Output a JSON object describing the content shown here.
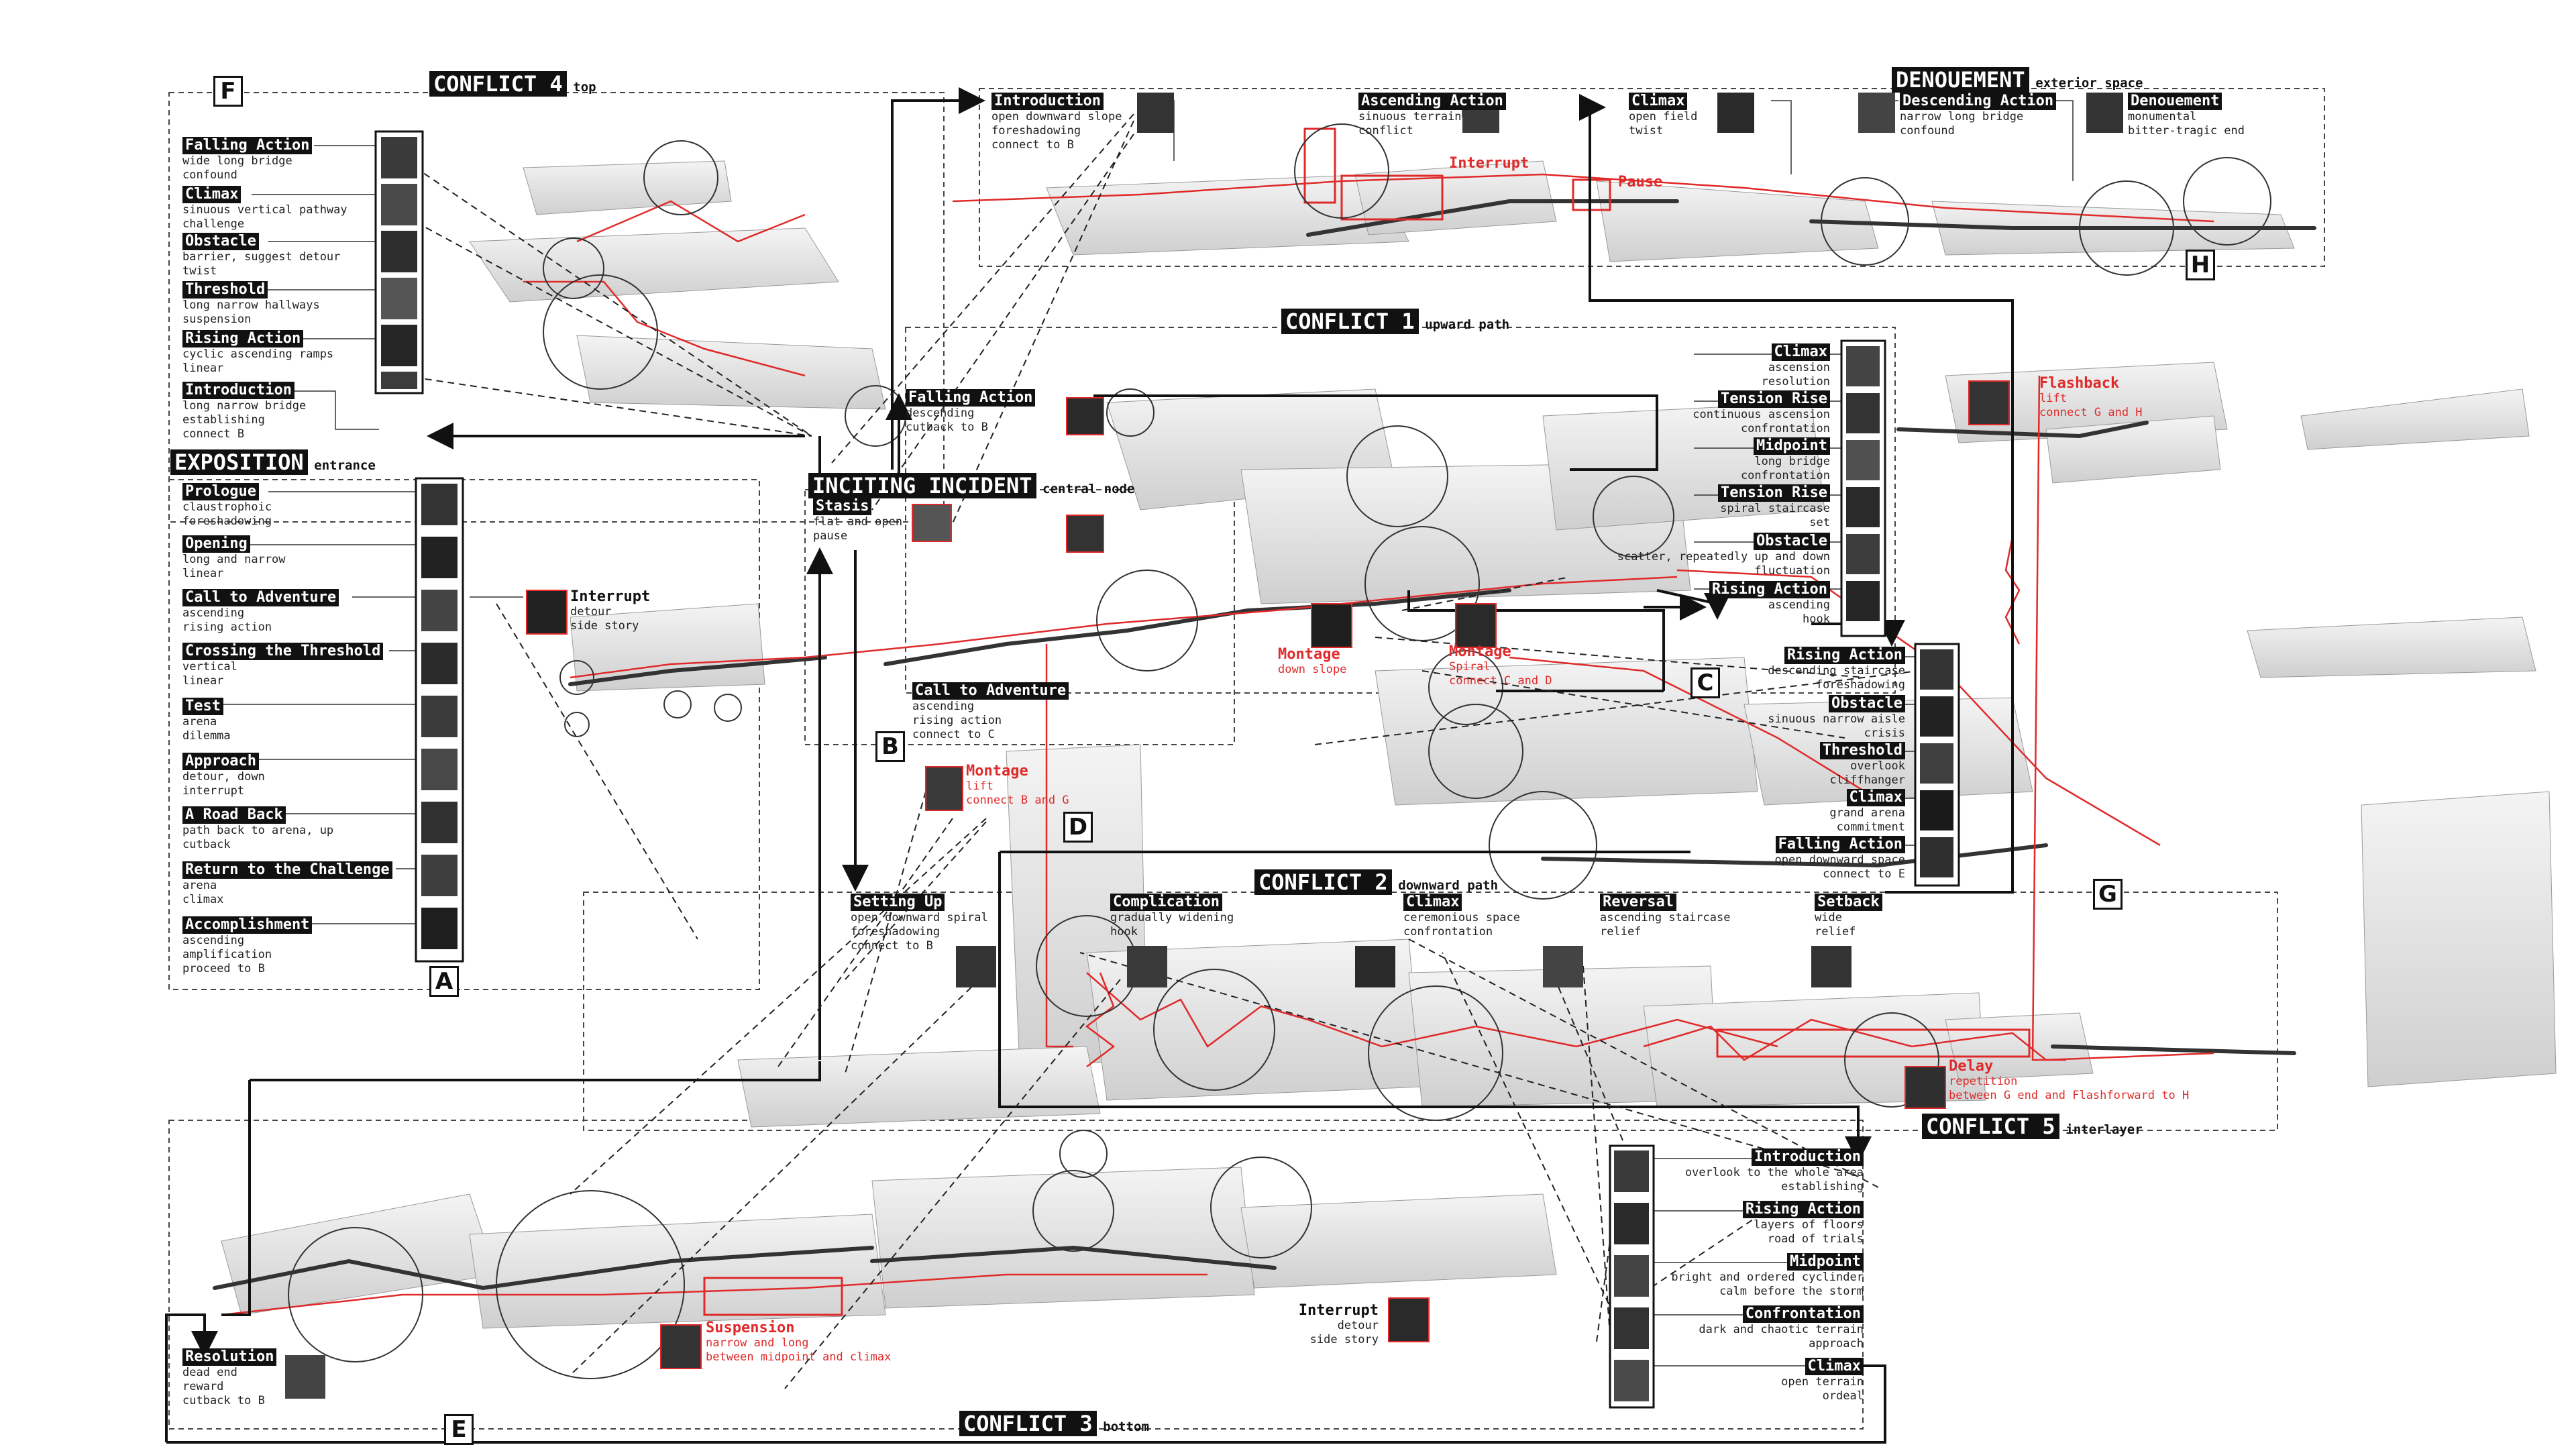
{
  "letters": [
    "A",
    "B",
    "C",
    "D",
    "E",
    "F",
    "G",
    "H"
  ],
  "zones": {
    "conflict4": {
      "title": "CONFLICT 4",
      "sub": "top"
    },
    "exposition": {
      "title": "EXPOSITION",
      "sub": "entrance"
    },
    "inciting": {
      "title": "INCITING INCIDENT",
      "sub": "central node"
    },
    "conflict1": {
      "title": "CONFLICT 1",
      "sub": "upward path"
    },
    "denouement": {
      "title": "DENOUEMENT",
      "sub": "exterior space"
    },
    "conflict2": {
      "title": "CONFLICT 2",
      "sub": "downward path"
    },
    "conflict5": {
      "title": "CONFLICT 5",
      "sub": "interlayer"
    },
    "conflict3": {
      "title": "CONFLICT 3",
      "sub": "bottom"
    }
  },
  "stages": {
    "c4_falling": {
      "h": "Falling Action",
      "d": "wide long bridge\nconfound"
    },
    "c4_climax": {
      "h": "Climax",
      "d": "sinuous vertical pathway\nchallenge"
    },
    "c4_obstacle": {
      "h": "Obstacle",
      "d": "barrier, suggest detour\ntwist"
    },
    "c4_threshold": {
      "h": "Threshold",
      "d": "long narrow hallways\nsuspension"
    },
    "c4_rising": {
      "h": "Rising Action",
      "d": "cyclic ascending ramps\nlinear"
    },
    "c4_intro": {
      "h": "Introduction",
      "d": "long narrow bridge\nestablishing\nconnect B"
    },
    "ex_prologue": {
      "h": "Prologue",
      "d": "claustrophoic\nforeshadowing"
    },
    "ex_opening": {
      "h": "Opening",
      "d": "long and narrow\nlinear"
    },
    "ex_call": {
      "h": "Call to Adventure",
      "d": "ascending\nrising action"
    },
    "ex_crossing": {
      "h": "Crossing the Threshold",
      "d": "vertical\nlinear"
    },
    "ex_test": {
      "h": "Test",
      "d": "arena\ndilemma"
    },
    "ex_approach": {
      "h": "Approach",
      "d": "detour, down\ninterrupt"
    },
    "ex_road": {
      "h": "A Road Back",
      "d": "path back to arena, up\ncutback"
    },
    "ex_return": {
      "h": "Return to the Challenge",
      "d": "arena\nclimax"
    },
    "ex_accomplish": {
      "h": "Accomplishment",
      "d": "ascending\namplification\nproceed to B"
    },
    "ex_interrupt": {
      "h": "Interrupt",
      "d": "detour\nside story"
    },
    "inc_stasis": {
      "h": "Stasis",
      "d": "flat and open\npause"
    },
    "inc_falling": {
      "h": "Falling Action",
      "d": "descending\ncutback to B"
    },
    "inc_call": {
      "h": "Call to Adventure",
      "d": "ascending\nrising action\nconnect to C"
    },
    "inc_montage_b": {
      "h": "Montage",
      "d": "lift\nconnect B and G"
    },
    "den_intro": {
      "h": "Introduction",
      "d": "open downward slope\nforeshadowing\nconnect to B"
    },
    "den_ascending": {
      "h": "Ascending Action",
      "d": "sinuous terrain\nconflict"
    },
    "den_interrupt": {
      "h": "Interrupt",
      "d": ""
    },
    "den_pause": {
      "h": "Pause",
      "d": ""
    },
    "den_climax": {
      "h": "Climax",
      "d": "open field\ntwist"
    },
    "den_descending": {
      "h": "Descending Action",
      "d": "narrow long bridge\nconfound"
    },
    "den_denouement": {
      "h": "Denouement",
      "d": "monumental\nbitter-tragic end"
    },
    "c1_climax": {
      "h": "Climax",
      "d": "ascension\nresolution"
    },
    "c1_tension1": {
      "h": "Tension Rise",
      "d": "continuous ascension\nconfrontation"
    },
    "c1_midpoint": {
      "h": "Midpoint",
      "d": "long bridge\nconfrontation"
    },
    "c1_tension2": {
      "h": "Tension Rise",
      "d": "spiral staircase\nset"
    },
    "c1_obstacle": {
      "h": "Obstacle",
      "d": "scatter, repeatedly up and down\nfluctuation"
    },
    "c1_rising": {
      "h": "Rising Action",
      "d": "ascending\nhook"
    },
    "c1_montage1": {
      "h": "Montage",
      "d": "down slope"
    },
    "c1_montage2": {
      "h": "Montage",
      "d": "Spiral\nconnect C and D"
    },
    "c1_flashback": {
      "h": "Flashback",
      "d": "lift\nconnect G and H"
    },
    "g_rising": {
      "h": "Rising Action",
      "d": "descending staircase\nforeshadowing"
    },
    "g_obstacle": {
      "h": "Obstacle",
      "d": "sinuous narrow aisle\ncrisis"
    },
    "g_threshold": {
      "h": "Threshold",
      "d": "overlook\ncliffhanger"
    },
    "g_climax": {
      "h": "Climax",
      "d": "grand arena\ncommitment"
    },
    "g_falling": {
      "h": "Falling Action",
      "d": "open downward space\nconnect to E"
    },
    "c2_setting": {
      "h": "Setting Up",
      "d": "open downward spiral\nforeshadowing\nconnect to B"
    },
    "c2_complication": {
      "h": "Complication",
      "d": "gradually widening\nhook"
    },
    "c2_climax": {
      "h": "Climax",
      "d": "ceremonious space\nconfrontation"
    },
    "c2_reversal": {
      "h": "Reversal",
      "d": "ascending staircase\nrelief"
    },
    "c2_setback": {
      "h": "Setback",
      "d": "wide\nrelief"
    },
    "c5_delay": {
      "h": "Delay",
      "d": "repetition\nbetween G end and Flashforward to H"
    },
    "c3_intro": {
      "h": "Introduction",
      "d": "overlook to the whole area\nestablishing"
    },
    "c3_rising": {
      "h": "Rising Action",
      "d": "layers of floors\nroad of trials"
    },
    "c3_midpoint": {
      "h": "Midpoint",
      "d": "bright and ordered cyclinder\ncalm before the storm"
    },
    "c3_confront": {
      "h": "Confrontation",
      "d": "dark and chaotic terrain\napproach"
    },
    "c3_climax": {
      "h": "Climax",
      "d": "open terrain\nordeal"
    },
    "c3_interrupt": {
      "h": "Interrupt",
      "d": "detour\nside story"
    },
    "c3_suspension": {
      "h": "Suspension",
      "d": "narrow and long\nbetween midpoint and climax"
    },
    "c3_resolution": {
      "h": "Resolution",
      "d": "dead end\nreward\ncutback to B"
    }
  },
  "colors": {
    "ink": "#111111",
    "accent": "#e02a2a",
    "grey": "#b8b8b8",
    "thumb": "#2a2a2a"
  }
}
